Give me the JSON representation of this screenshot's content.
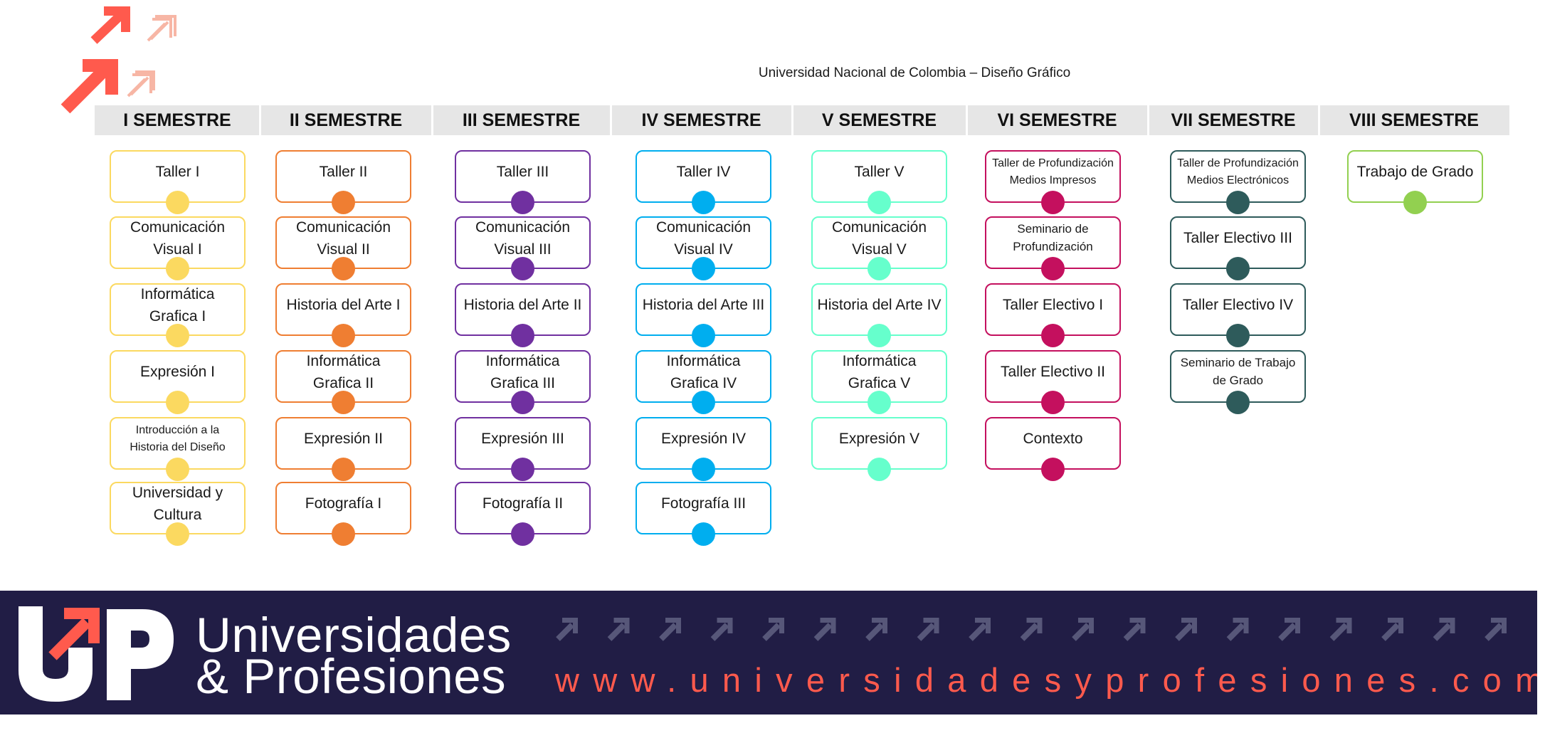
{
  "title": "Universidad Nacional de Colombia – Diseño Gráfico",
  "colors": {
    "header_band": "#e6e6e6",
    "footer_bg": "#211d45",
    "brand_accent": "#ff5a4d",
    "arrows_light": "#f7b6a5"
  },
  "semesters": [
    {
      "name": "I SEMESTRE",
      "color": "#fbd960",
      "courses": [
        "Taller I",
        "Comunicación Visual I",
        "Informática Grafica I",
        "Expresión I",
        "Introducción a la Historia del Diseño",
        "Universidad y Cultura"
      ]
    },
    {
      "name": "II SEMESTRE",
      "color": "#ef7e32",
      "courses": [
        "Taller II",
        "Comunicación Visual II",
        "Historia del Arte I",
        "Informática Grafica II",
        "Expresión II",
        "Fotografía I"
      ]
    },
    {
      "name": "III SEMESTRE",
      "color": "#7030a0",
      "courses": [
        "Taller III",
        "Comunicación Visual III",
        "Historia del Arte II",
        "Informática Grafica III",
        "Expresión III",
        "Fotografía II"
      ]
    },
    {
      "name": "IV SEMESTRE",
      "color": "#00aeef",
      "courses": [
        "Taller IV",
        "Comunicación Visual IV",
        "Historia del Arte III",
        "Informática Grafica IV",
        "Expresión IV",
        "Fotografía III"
      ]
    },
    {
      "name": "V SEMESTRE",
      "color": "#66ffcc",
      "courses": [
        "Taller V",
        "Comunicación Visual V",
        "Historia del Arte IV",
        "Informática Grafica V",
        "Expresión V"
      ]
    },
    {
      "name": "VI SEMESTRE",
      "color": "#c4105e",
      "courses": [
        "Taller de Profundización Medios Impresos",
        "Seminario de Profundización",
        "Taller Electivo I",
        "Taller Electivo II",
        "Contexto"
      ]
    },
    {
      "name": "VII SEMESTRE",
      "color": "#2e5b5b",
      "courses": [
        "Taller de Profundización Medios Electrónicos",
        "Taller Electivo III",
        "Taller Electivo IV",
        "Seminario de Trabajo de Grado"
      ]
    },
    {
      "name": "VIII SEMESTRE",
      "color": "#92d050",
      "courses": [
        "Trabajo de Grado"
      ]
    }
  ],
  "footer": {
    "logo_text": "UP",
    "brand_line1": "Universidades",
    "brand_line2": "& Profesiones",
    "website": "www.universidadesyprofesiones.com"
  }
}
